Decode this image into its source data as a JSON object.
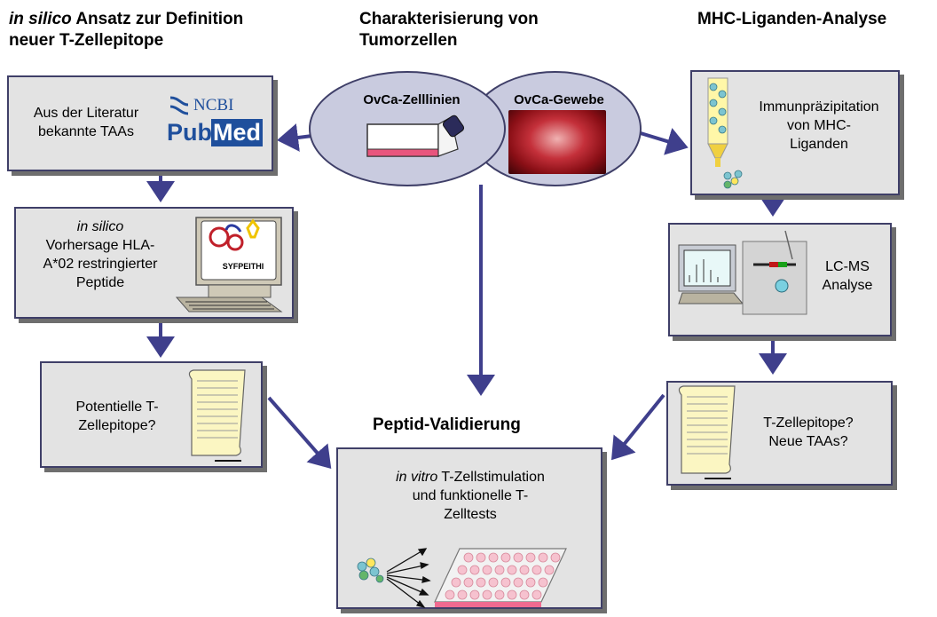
{
  "headers": {
    "left_italic": "in silico",
    "left_rest_line1": " Ansatz zur Definition",
    "left_line2": "neuer T-Zellepitope",
    "center_line1": "Charakterisierung von",
    "center_line2": "Tumorzellen",
    "right": "MHC-Liganden-Analyse"
  },
  "ellipses": {
    "left_label": "OvCa-Zelllinien",
    "right_label": "OvCa-Gewebe"
  },
  "left_column": {
    "box1_line1": "Aus der Literatur",
    "box1_line2": "bekannte TAAs",
    "ncbi_label": "NCBI",
    "pubmed_pub": "Pub",
    "pubmed_med": "Med",
    "box2_italic": "in silico",
    "box2_line2": "Vorhersage HLA-",
    "box2_line3": "A*02 restringierter",
    "box2_line4": "Peptide",
    "syfpeithi_label": "SYFPEITHI",
    "box3_line1": "Potentielle T-",
    "box3_line2": "Zellepitope?"
  },
  "right_column": {
    "box1_line1": "Immunpräzipitation",
    "box1_line2": "von MHC-",
    "box1_line3": "Liganden",
    "box2_line1": "LC-MS",
    "box2_line2": "Analyse",
    "box3_line1": "T-Zellepitope?",
    "box3_line2": "Neue TAAs?"
  },
  "center": {
    "title": "Peptid-Validierung",
    "line1_italic": "in vitro",
    "line1_rest": " T-Zellstimulation",
    "line2": "und funktionelle T-",
    "line3": "Zelltests"
  },
  "colors": {
    "arrow": "#3f3f8c",
    "box_fill": "#e3e3e3",
    "ellipse_fill": "#c9cbdf",
    "pubmed_blue": "#1f4f9c"
  }
}
